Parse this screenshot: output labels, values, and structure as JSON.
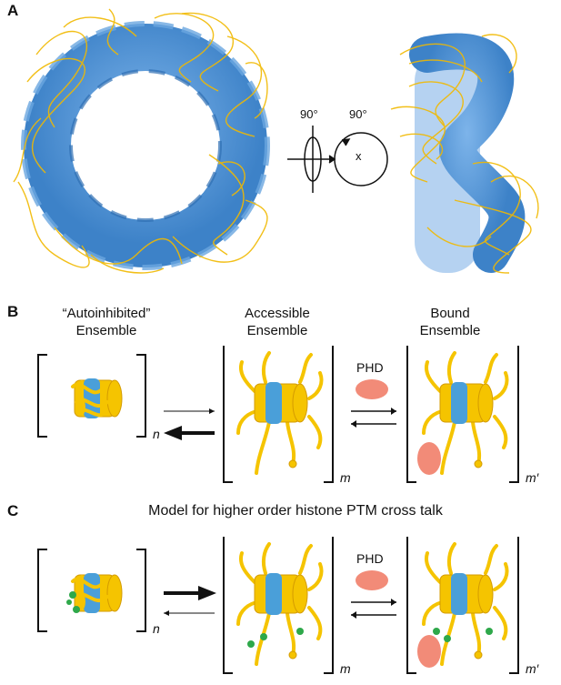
{
  "panel_a": {
    "letter": "A",
    "rotation_left": "90°",
    "rotation_right": "90°",
    "axis_symbol": "x"
  },
  "panel_b": {
    "letter": "B",
    "state1_title_line1": "“Autoinhibited”",
    "state1_title_line2": "Ensemble",
    "state2_title_line1": "Accessible",
    "state2_title_line2": "Ensemble",
    "state3_title_line1": "Bound",
    "state3_title_line2": "Ensemble",
    "reader_label": "PHD",
    "sub1": "n",
    "sub2": "m",
    "sub3": "m′"
  },
  "panel_c": {
    "letter": "C",
    "title": "Model for higher order histone PTM cross talk",
    "reader_label": "PHD",
    "sub1": "n",
    "sub2": "m",
    "sub3": "m′"
  },
  "colors": {
    "dna": "#4a90d9",
    "dna_dark": "#2f6fb3",
    "tail": "#f5c400",
    "tail_dark": "#d49b00",
    "phd": "#f28b78",
    "ptm": "#2ea84a"
  }
}
